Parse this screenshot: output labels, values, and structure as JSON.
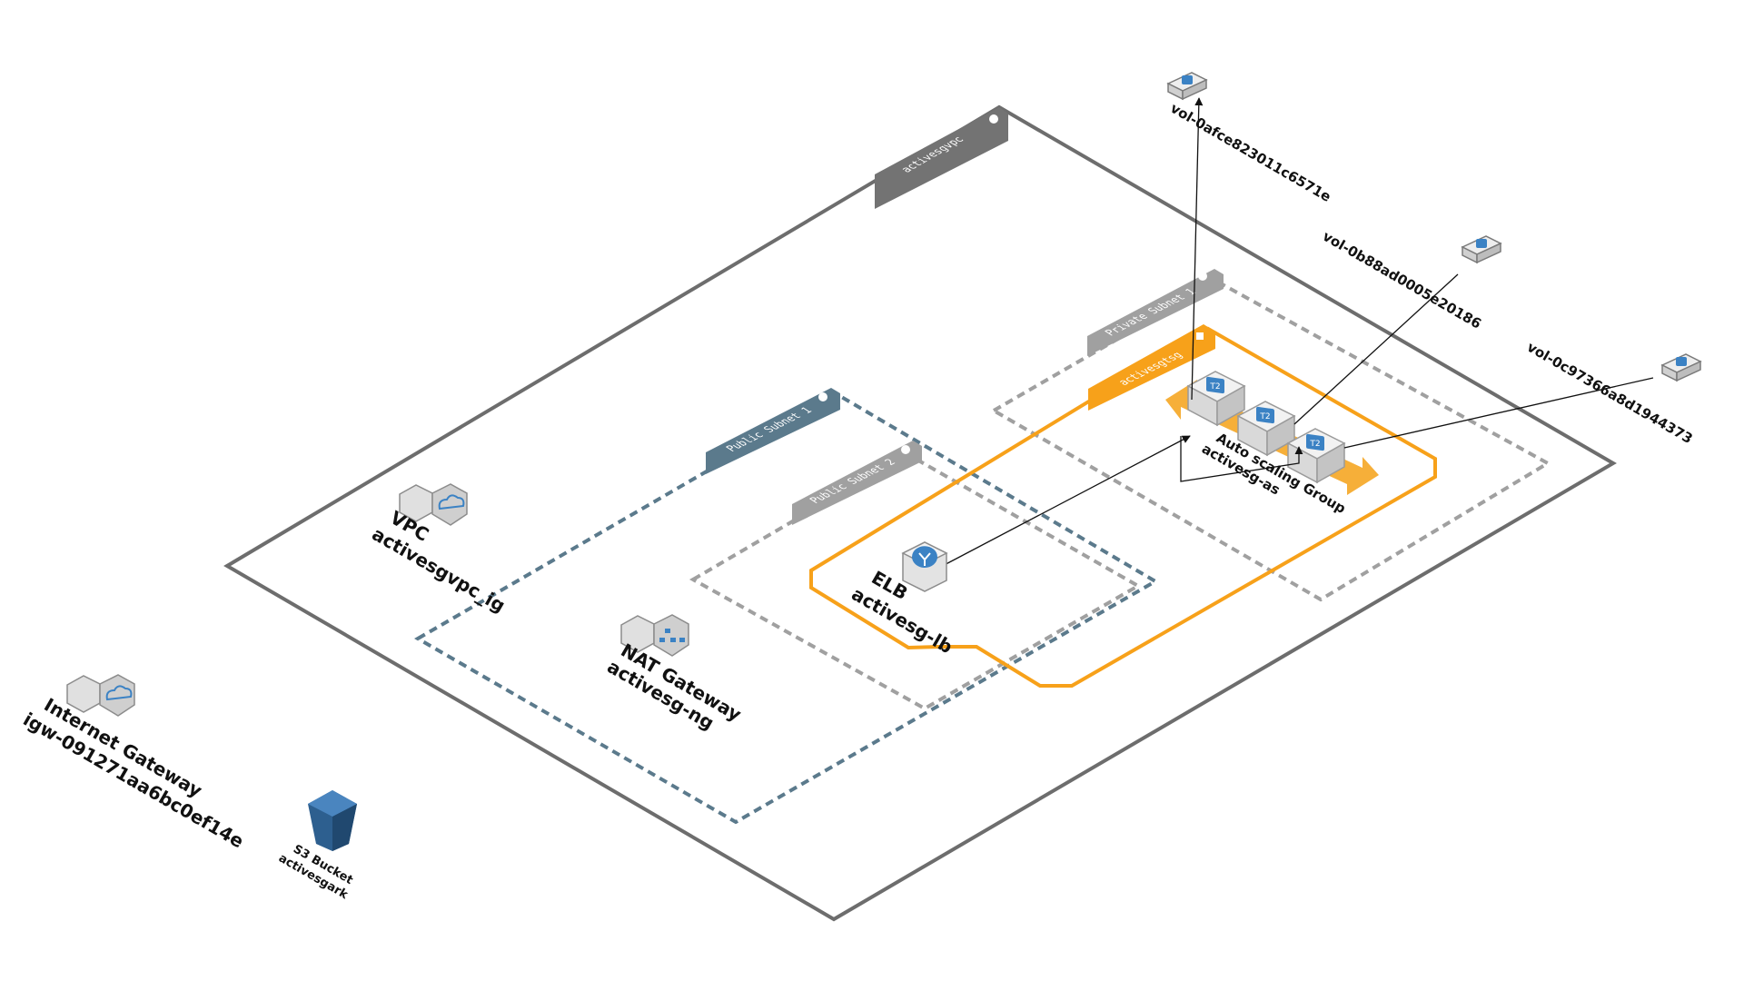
{
  "colors": {
    "vpc_border": "#6d6d6d",
    "vpc_tab": "#737373",
    "public_subnet_1": "#5b7a8c",
    "public_subnet_2": "#a0a0a0",
    "private_subnet": "#a0a0a0",
    "security_group": "#f7a11a",
    "asg_arrow": "#f5a623",
    "ec2_badge": "#3b82c4",
    "s3": "#2d5f8f"
  },
  "containers": {
    "vpc_tab": "activesgvpc",
    "public_subnet_1": "Public Subnet 1",
    "public_subnet_2": "Public Subnet 2",
    "private_subnet": "Private Subnet 1",
    "security_group": "activesgtsg"
  },
  "nodes": {
    "vpc_gateway": {
      "line1": "VPC",
      "line2": "activesgvpc_ig",
      "icon": "vpc-gateway-icon"
    },
    "internet_gateway": {
      "line1": "Internet Gateway",
      "line2": "igw-091271aa6bc0ef14e",
      "icon": "internet-gateway-icon"
    },
    "nat_gateway": {
      "line1": "NAT Gateway",
      "line2": "activesg-ng",
      "icon": "nat-gateway-icon"
    },
    "elb": {
      "line1": "ELB",
      "line2": "activesg-lb",
      "icon": "load-balancer-icon"
    },
    "asg": {
      "line1": "Auto scaling Group",
      "line2": "activesg-as",
      "icon": "auto-scaling-icon"
    },
    "s3": {
      "line1": "S3 Bucket",
      "line2": "activesgark",
      "icon": "s3-bucket-icon"
    }
  },
  "instances": [
    {
      "badge": "T2"
    },
    {
      "badge": "T2"
    },
    {
      "badge": "T2"
    }
  ],
  "volumes": [
    {
      "label": "vol-0afce823011c6571e",
      "icon": "ebs-volume-icon"
    },
    {
      "label": "vol-0b88ad0005e20186",
      "icon": "ebs-volume-icon"
    },
    {
      "label": "vol-0c97366a8d1944373",
      "icon": "ebs-volume-icon"
    }
  ]
}
